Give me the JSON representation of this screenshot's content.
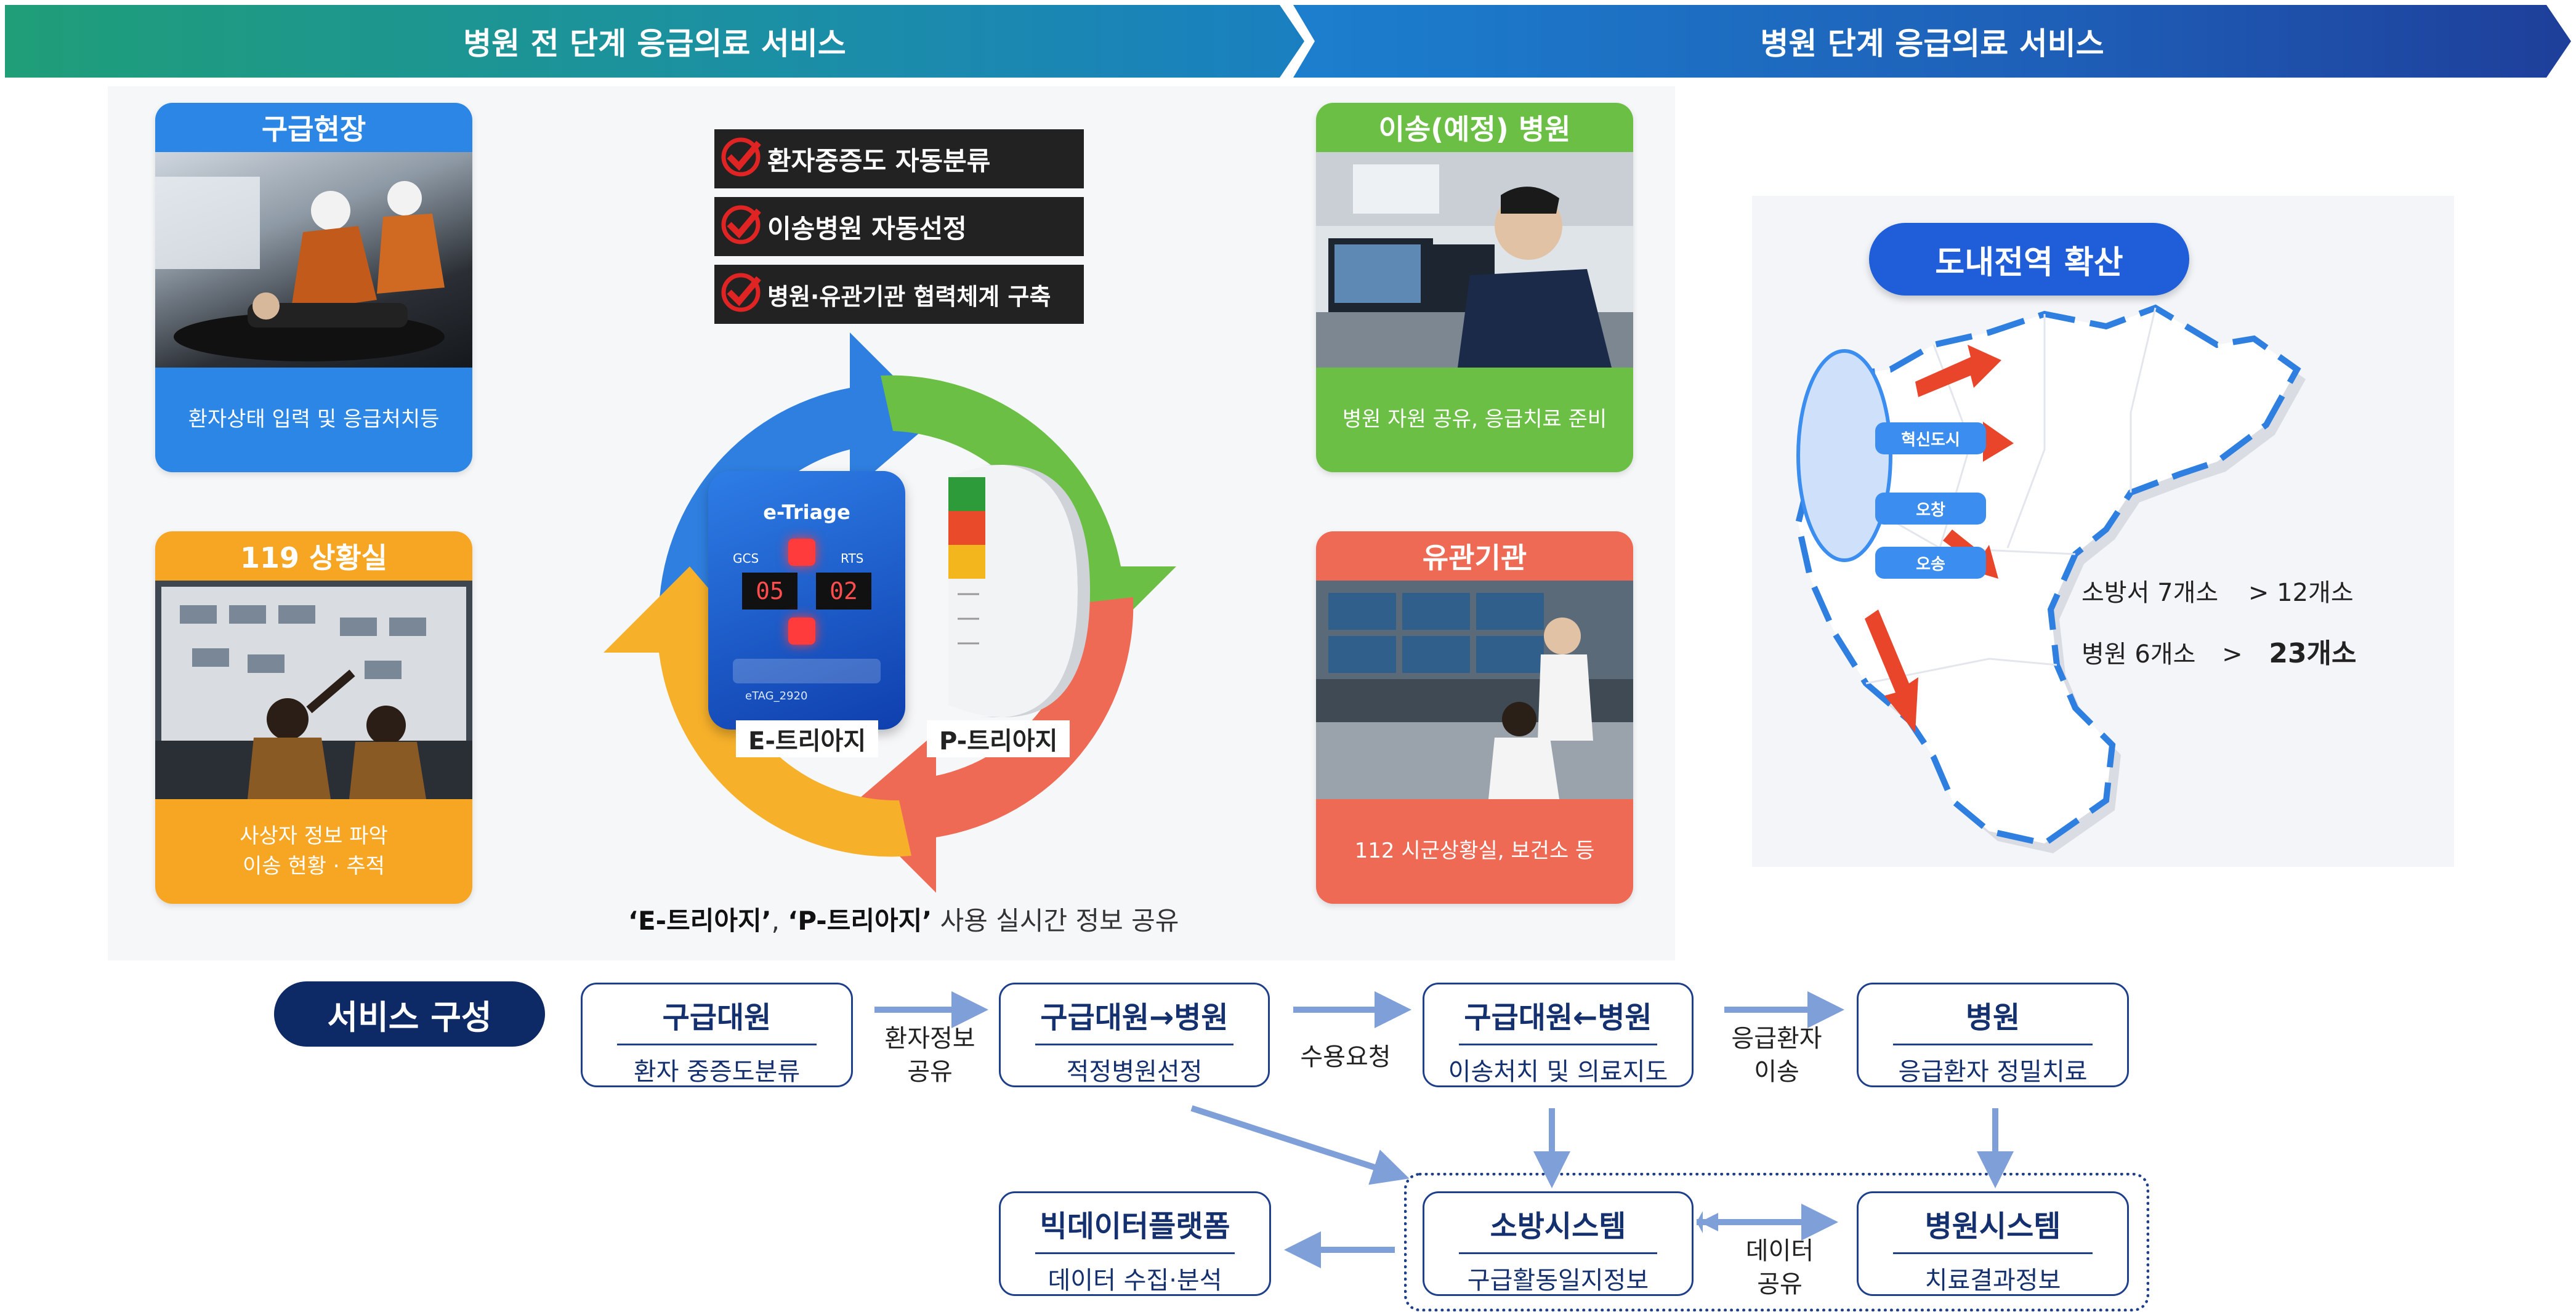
{
  "header": {
    "left_band": "병원 전 단계 응급의료 서비스",
    "right_band": "병원 단계 응급의료 서비스"
  },
  "cards": {
    "scene": {
      "title": "구급현장",
      "caption": "환자상태 입력 및 응급처치등",
      "color": "#2b86e6"
    },
    "control_room": {
      "title": "119 상황실",
      "caption_line1": "사상자 정보 파악",
      "caption_line2": "이송 현황 · 추적",
      "color": "#f6a623"
    },
    "hospital": {
      "title": "이송(예정) 병원",
      "caption": "병원 자원 공유, 응급치료 준비",
      "color": "#6cbf45"
    },
    "agency": {
      "title": "유관기관",
      "caption": "112 시군상황실, 보건소 등",
      "color": "#ef6a55"
    }
  },
  "checklist": [
    "환자중증도 자동분류",
    "이송병원 자동선정",
    "병원·유관기관 협력체계 구축"
  ],
  "device": {
    "name": "e-Triage",
    "gcs_label": "GCS",
    "rts_label": "RTS",
    "gcs_value": "05",
    "rts_value": "02",
    "tag": "eTAG_2920",
    "e_label": "E-트리아지",
    "p_label": "P-트리아지"
  },
  "caption": {
    "e_part": "‘E-트리아지’",
    "sep": ", ",
    "p_part": "‘P-트리아지’",
    "rest": " 사용 실시간 정보 공유"
  },
  "map": {
    "title": "도내전역 확산",
    "pills": [
      "혁신도시",
      "오창",
      "오송"
    ],
    "stat1_label": "소방서 7개소",
    "stat1_value": "> 12개소",
    "stat2_label": "병원 6개소",
    "stat2_arrow": ">",
    "stat2_value": "23개소",
    "colors": {
      "land": "#ffffff",
      "edge": "#2f7fe0",
      "shadow": "#d9dce3",
      "arrow": "#e8452b"
    }
  },
  "service": {
    "title": "서비스 구성",
    "boxes": [
      {
        "title": "구급대원",
        "sub": "환자 중증도분류"
      },
      {
        "title": "구급대원→병원",
        "sub": "적정병원선정"
      },
      {
        "title": "구급대원←병원",
        "sub": "이송처치 및 의료지도"
      },
      {
        "title": "병원",
        "sub": "응급환자 정밀치료"
      },
      {
        "title": "소방시스템",
        "sub": "구급활동일지정보"
      },
      {
        "title": "병원시스템",
        "sub": "치료결과정보"
      },
      {
        "title": "빅데이터플랫폼",
        "sub": "데이터 수집·분석"
      }
    ],
    "link_labels": {
      "l1_a": "환자정보",
      "l1_b": "공유",
      "l2": "수용요청",
      "l3_a": "응급환자",
      "l3_b": "이송",
      "l4_a": "데이터",
      "l4_b": "공유"
    }
  }
}
